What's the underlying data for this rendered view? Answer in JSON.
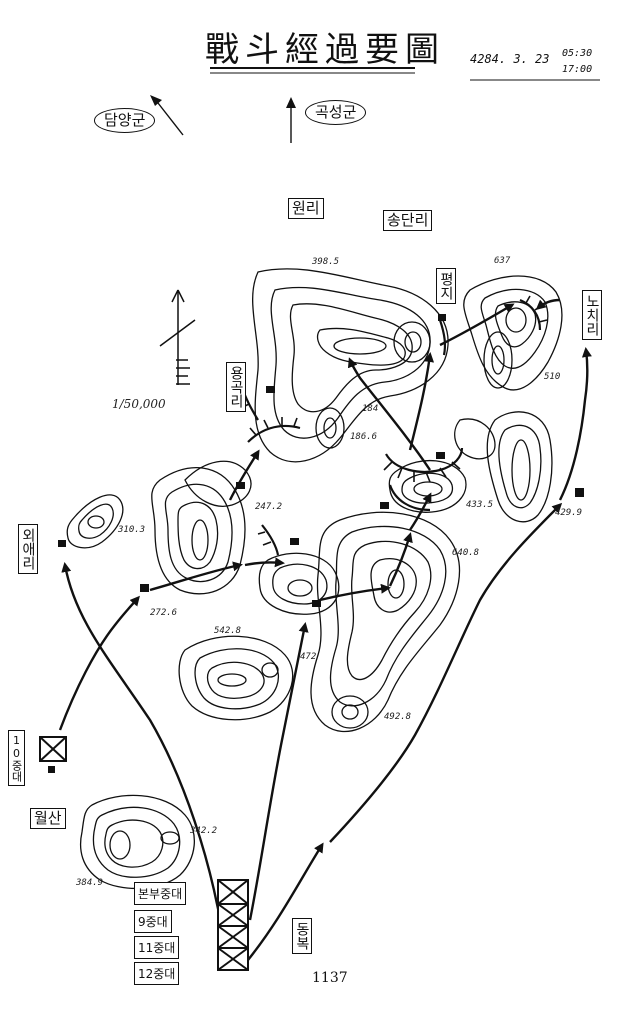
{
  "title": "戰斗經過要圖",
  "date": "4284. 3. 23",
  "time_start": "05:30",
  "time_end": "17:00",
  "direction_labels": {
    "damyang": "담양군",
    "gokseong": "곡성군"
  },
  "places": {
    "wonri": "원리",
    "songdanri": "송단리",
    "pyeongji": "평지",
    "nochiri": "노치리",
    "yonggokri": "용곡리",
    "oeaeri": "외애리",
    "wolsan": "월산",
    "dongbok": "동복"
  },
  "units": {
    "co10": "10중대",
    "hq": "본부중대",
    "co9": "9중대",
    "co11": "11중대",
    "co12": "12중대"
  },
  "elevations": {
    "e1": "398.5",
    "e2": "637",
    "e3": "510",
    "e4": "310.3",
    "e5": "272.6",
    "e6": "542.8",
    "e7": "640.8",
    "e8": "472",
    "e9": "492.8",
    "e10": "429.9",
    "e11": "384.9",
    "e12": "342.2",
    "e13": "184",
    "e14": "186.6",
    "e15": "433.5",
    "e16": "247.2"
  },
  "scale": "1/50,000",
  "page_number": "1137"
}
